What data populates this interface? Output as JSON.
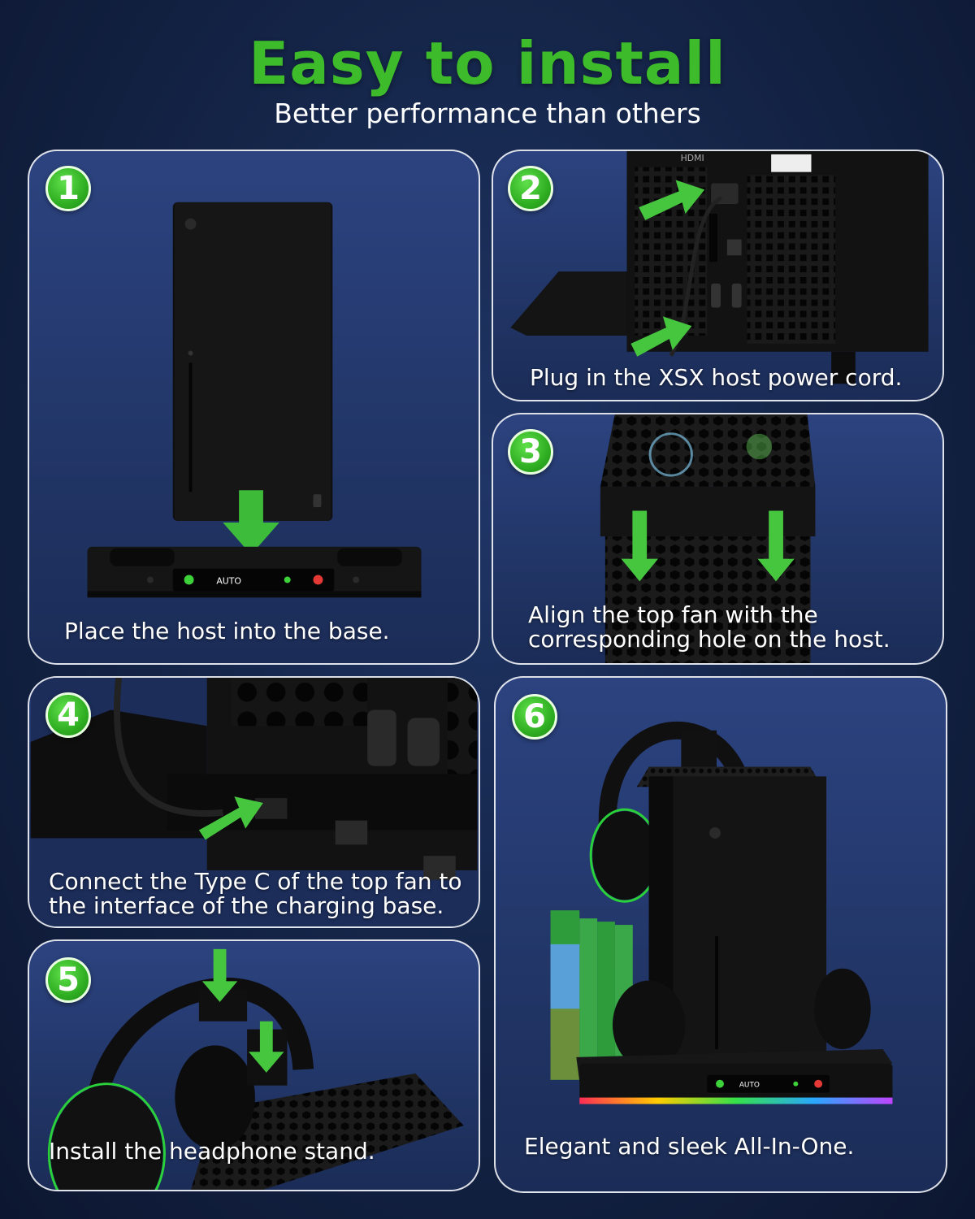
{
  "header": {
    "title": "Easy to install",
    "subtitle": "Better performance than others"
  },
  "steps": [
    {
      "number": "1",
      "caption": [
        "Place the host into the base."
      ]
    },
    {
      "number": "2",
      "caption": [
        "Plug in the XSX host power cord."
      ]
    },
    {
      "number": "3",
      "caption": [
        "Align the top fan with the",
        "corresponding hole on the host."
      ]
    },
    {
      "number": "4",
      "caption": [
        "Connect the Type C of the top fan to",
        "the interface of the charging base."
      ]
    },
    {
      "number": "5",
      "caption": [
        "Install the headphone stand."
      ]
    },
    {
      "number": "6",
      "caption": [
        "Elegant and sleek All-In-One."
      ]
    }
  ],
  "base_panel": {
    "mode_label": "AUTO"
  },
  "port_label": "HDMI",
  "colors": {
    "accent_green": "#3dbb2a",
    "panel_border": "#ffffff",
    "background": "#15264a"
  }
}
